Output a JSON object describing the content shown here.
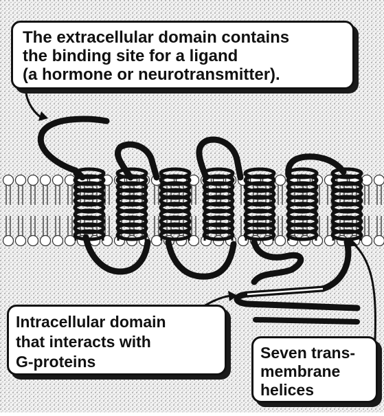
{
  "callouts": {
    "extracellular": {
      "lines": [
        "The extracellular domain contains",
        "the binding site for a ligand",
        "(a hormone or neurotransmitter)."
      ]
    },
    "intracellular": {
      "lines": [
        "Intracellular domain",
        "that interacts with",
        "G-proteins"
      ]
    },
    "helices": {
      "lines": [
        "Seven trans-",
        "membrane",
        "helices"
      ]
    }
  },
  "diagram": {
    "helix_count": 7,
    "colors": {
      "background": "#ffffff",
      "stipple": "#b9b9b9",
      "ink": "#111111",
      "lipid_head": "#ffffff"
    }
  }
}
